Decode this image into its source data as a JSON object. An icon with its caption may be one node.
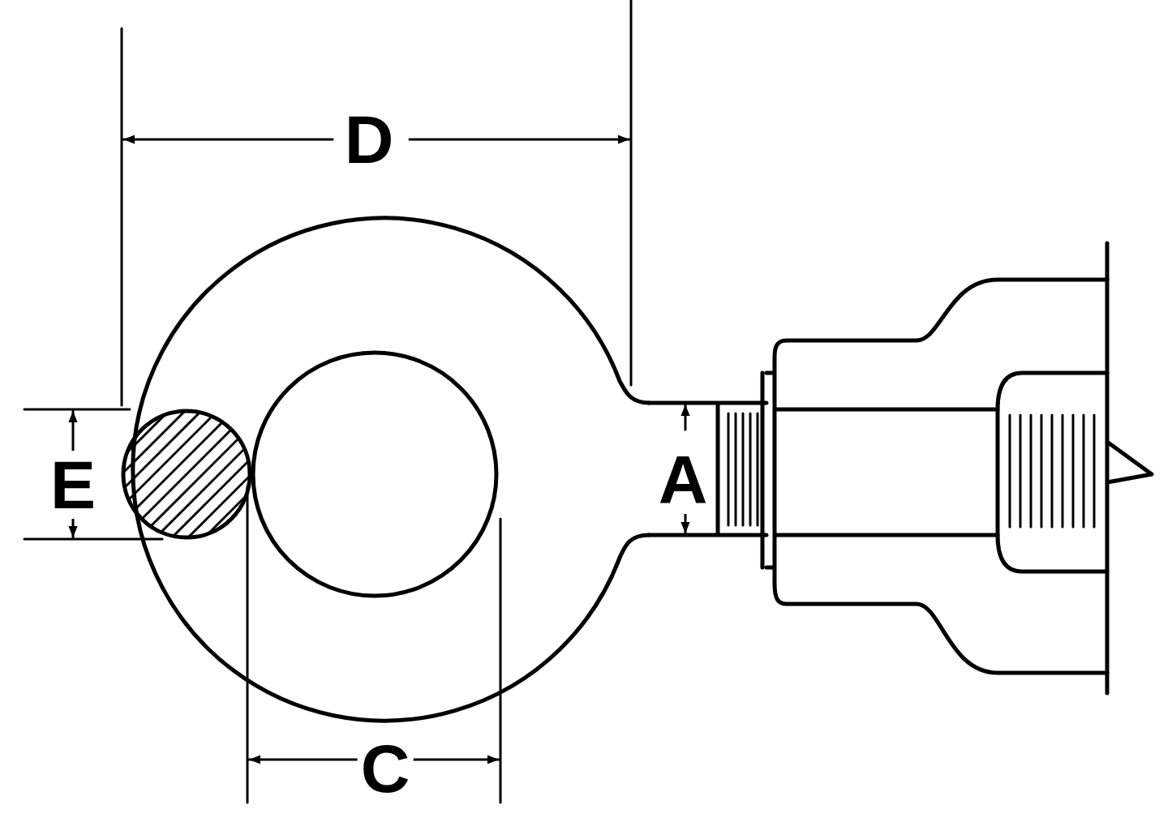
{
  "diagram": {
    "labels": [
      "D",
      "E",
      "A",
      "C"
    ]
  }
}
